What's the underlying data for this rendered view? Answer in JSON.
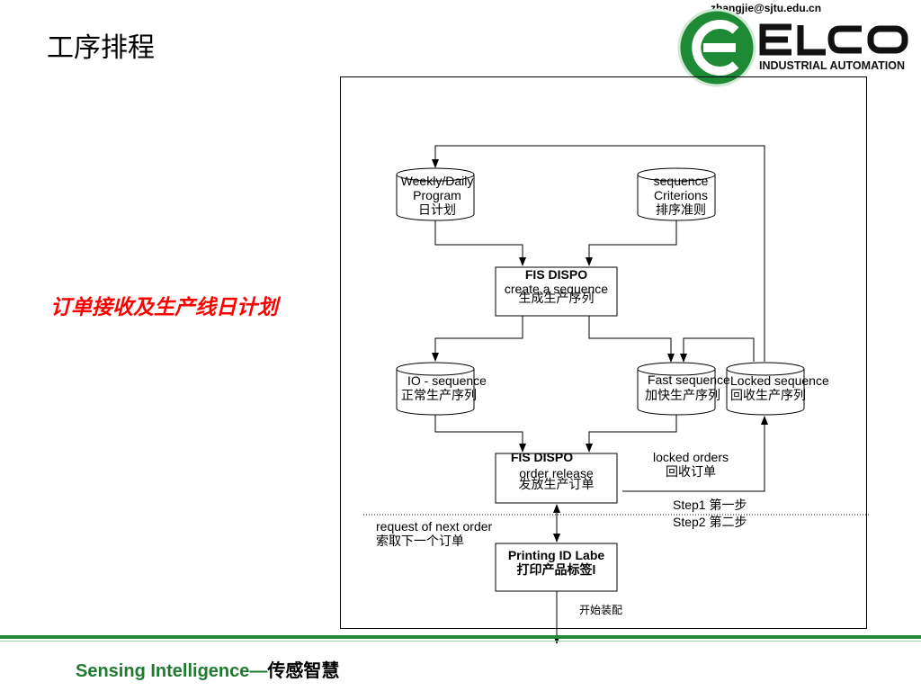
{
  "slide": {
    "title": "工序排程",
    "email": "zhangjie@sjtu.edu.cn",
    "side_title": "订单接收及生产线日计划",
    "logo": {
      "brand": "ELCO",
      "tagline": "INDUSTRIAL AUTOMATION",
      "color": "#1e8a35"
    },
    "footer": {
      "text": "Sensing  Intelligence—",
      "text_cn": "传感智慧",
      "color": "#1e7a2f"
    }
  },
  "diagram": {
    "weekly": {
      "l1": "Weekly/Daily",
      "l2": "Program",
      "l3": "日计划"
    },
    "criterions": {
      "l1": "sequence",
      "l2": "Criterions",
      "l3": "排序准则"
    },
    "dispo_create": {
      "l1": "FIS DISPO",
      "l2": "create a sequence",
      "l3": "生成生产序列"
    },
    "io_seq": {
      "l1": "IO - sequence",
      "l2": "正常生产序列"
    },
    "fast_seq": {
      "l1": "Fast sequence",
      "l2": "加快生产序列"
    },
    "locked_seq": {
      "l1": "Locked sequence",
      "l2": "回收生产序列"
    },
    "dispo_release": {
      "l1": "FIS DISPO",
      "l2": "order release",
      "l3": "发放生产订单"
    },
    "locked_orders": {
      "l1": "locked orders",
      "l2": "回收订单"
    },
    "step1": "Step1  第一步",
    "step2": "Step2  第二步",
    "request": {
      "l1": "request of next order",
      "l2": "索取下一个订单"
    },
    "printing": {
      "l1": "Printing ID Labe",
      "l2": "打印产品标签l"
    },
    "start_assembly": "开始装配"
  }
}
